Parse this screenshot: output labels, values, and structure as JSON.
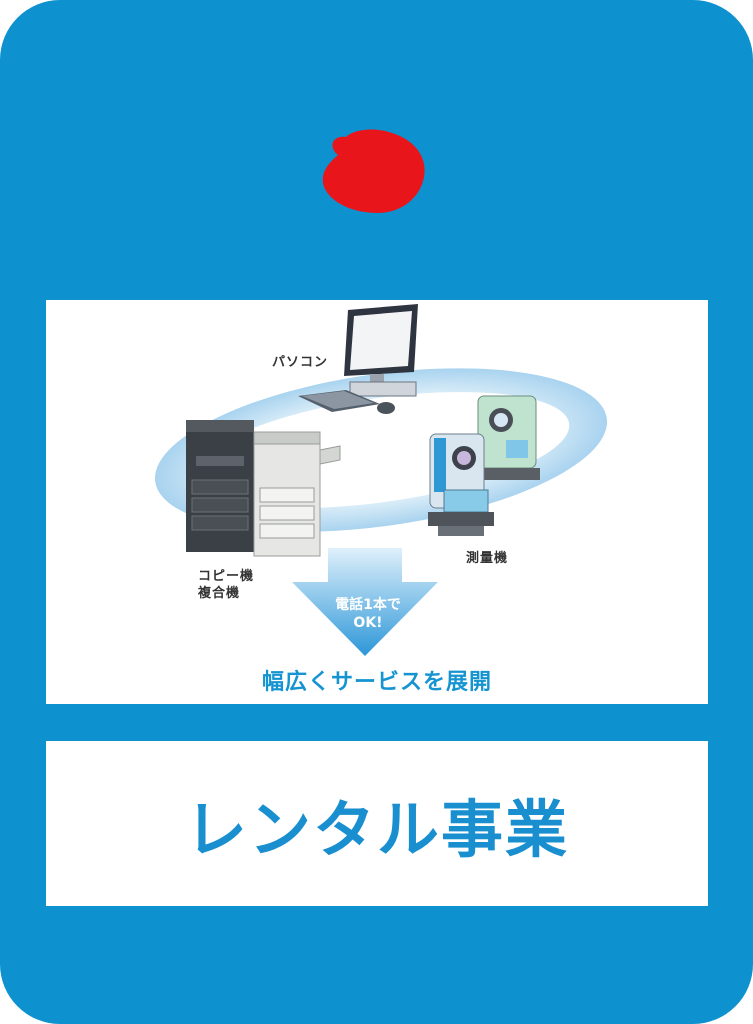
{
  "colors": {
    "frame_blue": "#0e92cf",
    "panel_white": "#ffffff",
    "title_blue": "#1a8fd0",
    "accent_red": "#e8161b"
  },
  "icons": {
    "top_mark": "red-blob-icon"
  },
  "illustration": {
    "label_pc": "パソコン",
    "label_copier_line1": "コピー機",
    "label_copier_line2": "複合機",
    "label_survey": "測量機",
    "arrow_line1": "電話1本で",
    "arrow_line2": "OK!",
    "tagline": "幅広くサービスを展開"
  },
  "title": "レンタル事業"
}
